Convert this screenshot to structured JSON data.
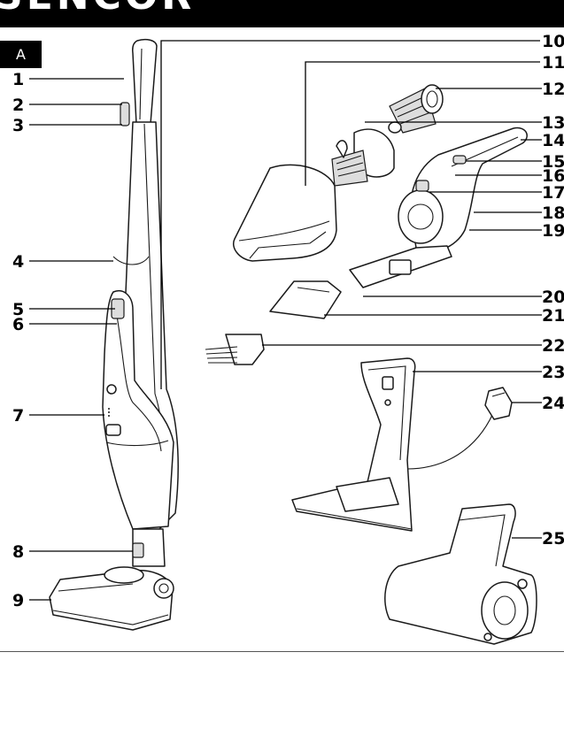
{
  "header": {
    "brand": "SENCOR"
  },
  "section_tab": {
    "label": "A"
  },
  "callouts": [
    {
      "id": "1",
      "label": "1"
    },
    {
      "id": "2",
      "label": "2"
    },
    {
      "id": "3",
      "label": "3"
    },
    {
      "id": "4",
      "label": "4"
    },
    {
      "id": "5",
      "label": "5"
    },
    {
      "id": "6",
      "label": "6"
    },
    {
      "id": "7",
      "label": "7"
    },
    {
      "id": "8",
      "label": "8"
    },
    {
      "id": "9",
      "label": "9"
    },
    {
      "id": "10",
      "label": "10"
    },
    {
      "id": "11",
      "label": "11"
    },
    {
      "id": "12",
      "label": "12"
    },
    {
      "id": "13",
      "label": "13"
    },
    {
      "id": "14",
      "label": "14"
    },
    {
      "id": "15",
      "label": "15"
    },
    {
      "id": "16",
      "label": "16"
    },
    {
      "id": "17",
      "label": "17"
    },
    {
      "id": "18",
      "label": "18"
    },
    {
      "id": "19",
      "label": "19"
    },
    {
      "id": "20",
      "label": "20"
    },
    {
      "id": "21",
      "label": "21"
    },
    {
      "id": "22",
      "label": "22"
    },
    {
      "id": "23",
      "label": "23"
    },
    {
      "id": "24",
      "label": "24"
    },
    {
      "id": "25",
      "label": "25"
    }
  ]
}
